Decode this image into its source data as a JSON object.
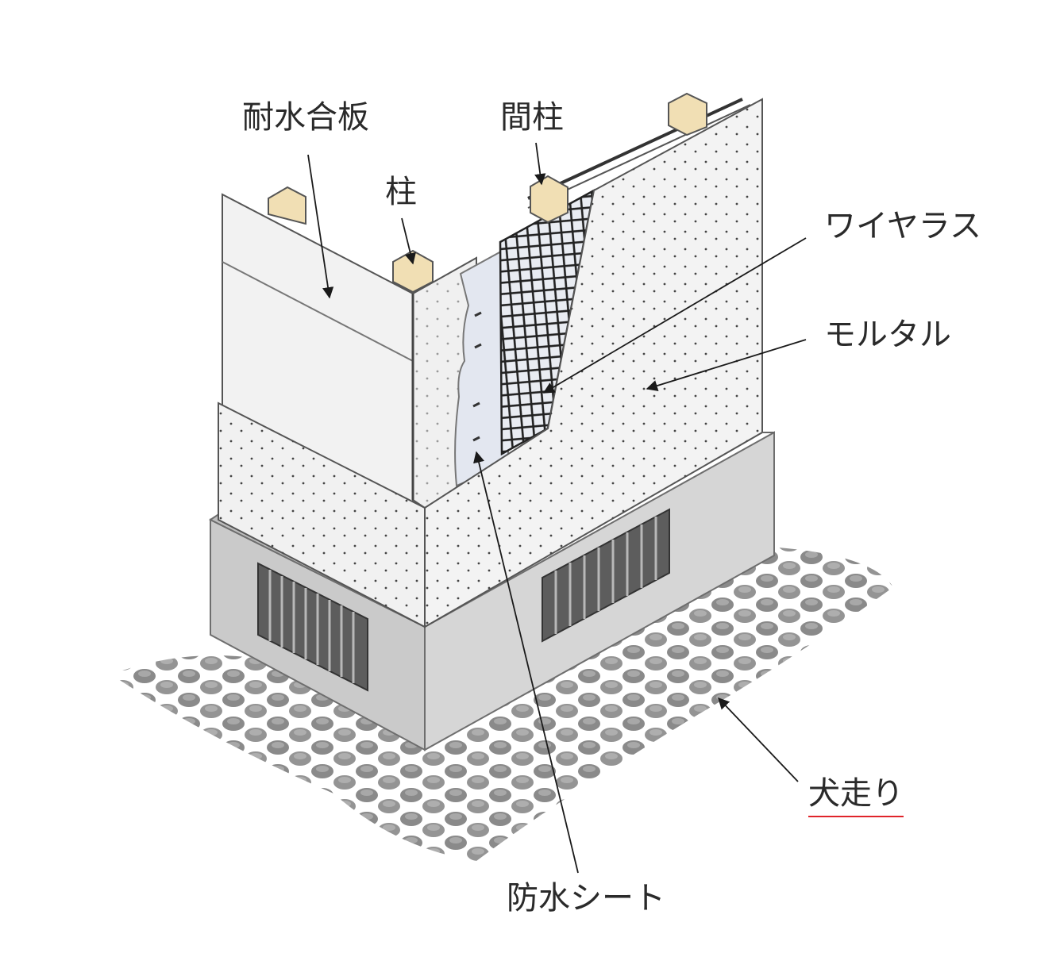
{
  "labels": {
    "taisui_gouhan": "耐水合板",
    "mabashira": "間柱",
    "hashira": "柱",
    "wire_lath": "ワイヤラス",
    "mortar": "モルタル",
    "bousui_sheet": "防水シート",
    "inubashiri": "犬走り"
  },
  "colors": {
    "label_text": "#2a2a2a",
    "underline": "#e0242a",
    "panel": "#f4f4f4",
    "foundation": "#c9c9c9",
    "gravel": "#8d8d8d",
    "wood": "#f1dfb4"
  }
}
